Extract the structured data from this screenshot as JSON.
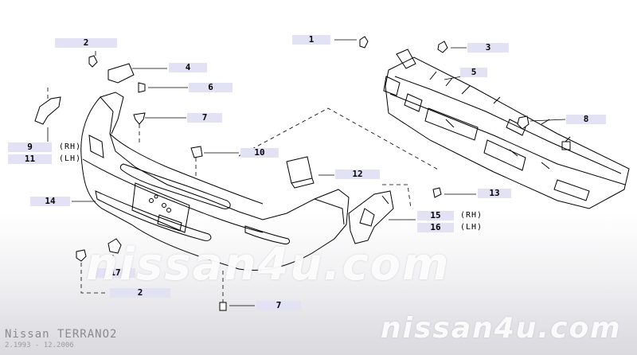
{
  "diagram": {
    "callouts": [
      {
        "id": "c2a",
        "num": "2",
        "suffix": ""
      },
      {
        "id": "c4",
        "num": "4",
        "suffix": ""
      },
      {
        "id": "c6",
        "num": "6",
        "suffix": ""
      },
      {
        "id": "c7a",
        "num": "7",
        "suffix": ""
      },
      {
        "id": "c9",
        "num": "9",
        "suffix": "(RH)"
      },
      {
        "id": "c11",
        "num": "11",
        "suffix": "(LH)"
      },
      {
        "id": "c10",
        "num": "10",
        "suffix": ""
      },
      {
        "id": "c14",
        "num": "14",
        "suffix": ""
      },
      {
        "id": "c12",
        "num": "12",
        "suffix": ""
      },
      {
        "id": "c1",
        "num": "1",
        "suffix": ""
      },
      {
        "id": "c3",
        "num": "3",
        "suffix": ""
      },
      {
        "id": "c5",
        "num": "5",
        "suffix": ""
      },
      {
        "id": "c8",
        "num": "8",
        "suffix": ""
      },
      {
        "id": "c13",
        "num": "13",
        "suffix": ""
      },
      {
        "id": "c15",
        "num": "15",
        "suffix": "(RH)"
      },
      {
        "id": "c16",
        "num": "16",
        "suffix": "(LH)"
      },
      {
        "id": "c17",
        "num": "17",
        "suffix": ""
      },
      {
        "id": "c2b",
        "num": "2",
        "suffix": ""
      },
      {
        "id": "c7b",
        "num": "7",
        "suffix": ""
      }
    ]
  },
  "watermark": {
    "center": "nissan4u.com",
    "corner": "nissan4u.com"
  },
  "footer": {
    "model": "Nissan TERRANO2",
    "dates": "2.1993 - 12.2006"
  }
}
